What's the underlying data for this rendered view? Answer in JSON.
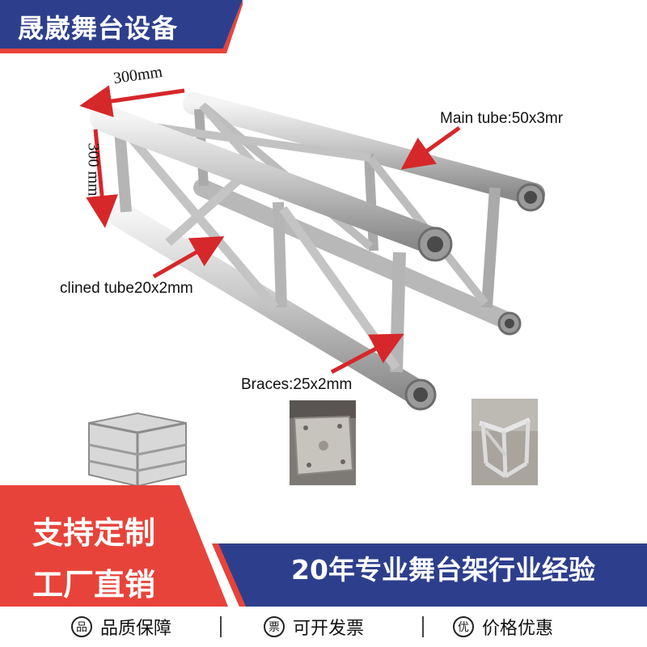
{
  "brand": {
    "name": "晟崴舞台设备"
  },
  "photo": {
    "labels": {
      "width_dim": "300mm",
      "height_dim": "300 mm",
      "main_tube": "Main tube:50x3mr",
      "inclined_tube": "clined tube20x2mm",
      "braces": "Braces:25x2mm"
    }
  },
  "promo": {
    "line1": "支持定制",
    "line2": "工厂直销",
    "experience": "20年专业舞台架行业经验"
  },
  "features": [
    {
      "icon": "quality-icon",
      "badge": "品",
      "label": "品质保障"
    },
    {
      "icon": "invoice-icon",
      "badge": "票",
      "label": "可开发票"
    },
    {
      "icon": "discount-icon",
      "badge": "优",
      "label": "价格优惠"
    }
  ],
  "colors": {
    "brand_blue": "#2d3f8c",
    "promo_red": "#e8433a",
    "arrow_red": "#d6272a"
  }
}
